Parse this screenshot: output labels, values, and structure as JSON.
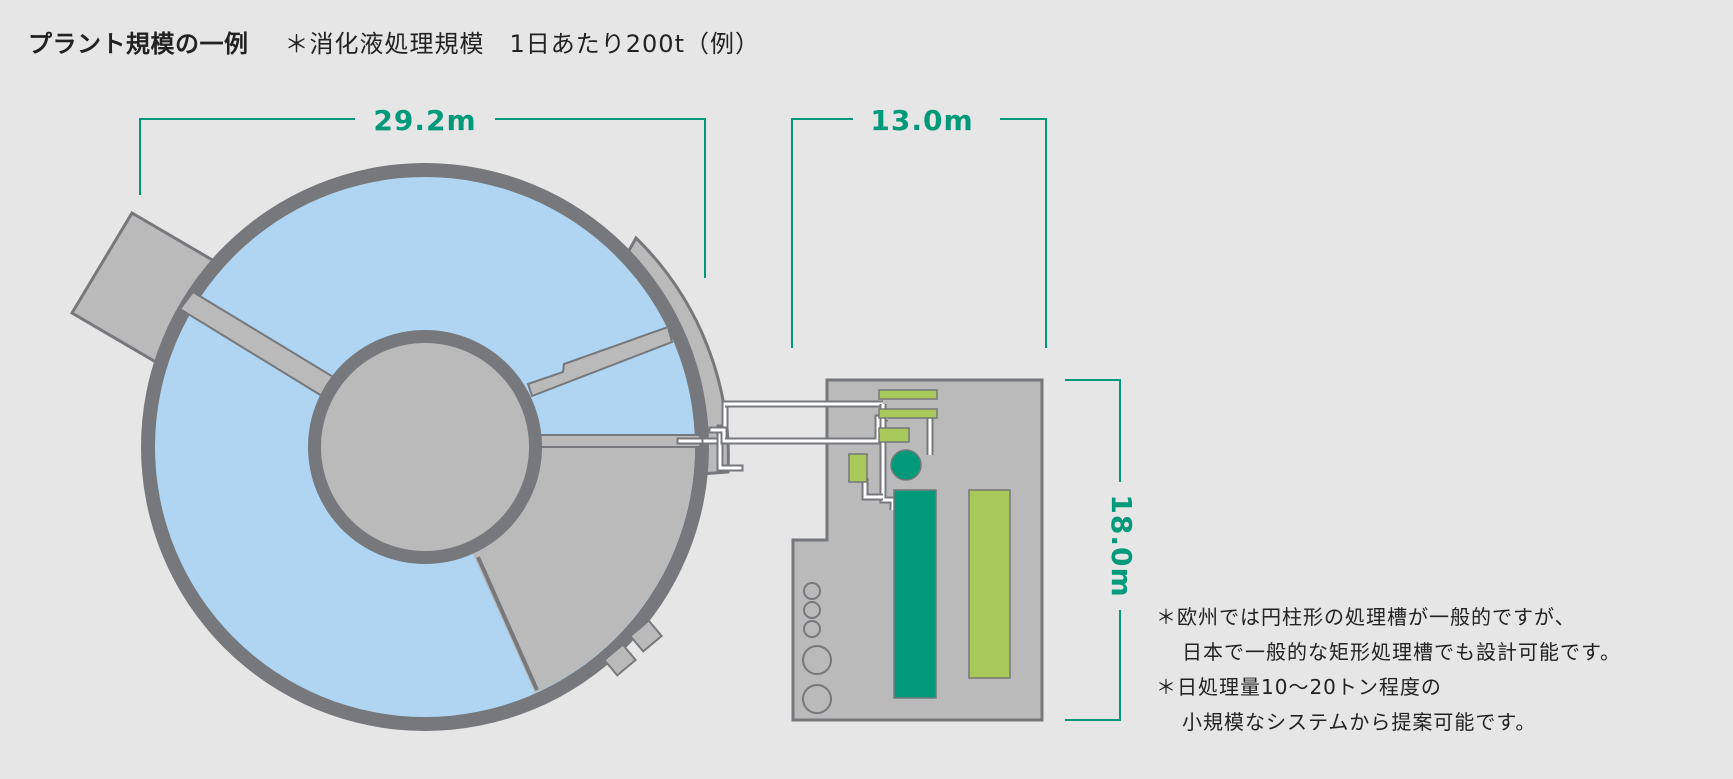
{
  "title": {
    "main": "プラント規模の一例",
    "sub": "＊消化液処理規模　1日あたり200t（例）"
  },
  "dimensions": {
    "tank_width": "29.2m",
    "building_width": "13.0m",
    "building_depth": "18.0m"
  },
  "notes": [
    "＊欧州では円柱形の処理槽が一般的ですが、",
    "日本で一般的な矩形処理槽でも設計可能です。",
    "＊日処理量10〜20トン程度の",
    "小規模なシステムから提案可能です。"
  ],
  "colors": {
    "background": "#e6e6e6",
    "tank_water": "#afd5f2",
    "tank_wall": "#76787b",
    "structure_gray": "#bababb",
    "accent_green": "#009a7a",
    "light_green": "#a9c95b"
  }
}
